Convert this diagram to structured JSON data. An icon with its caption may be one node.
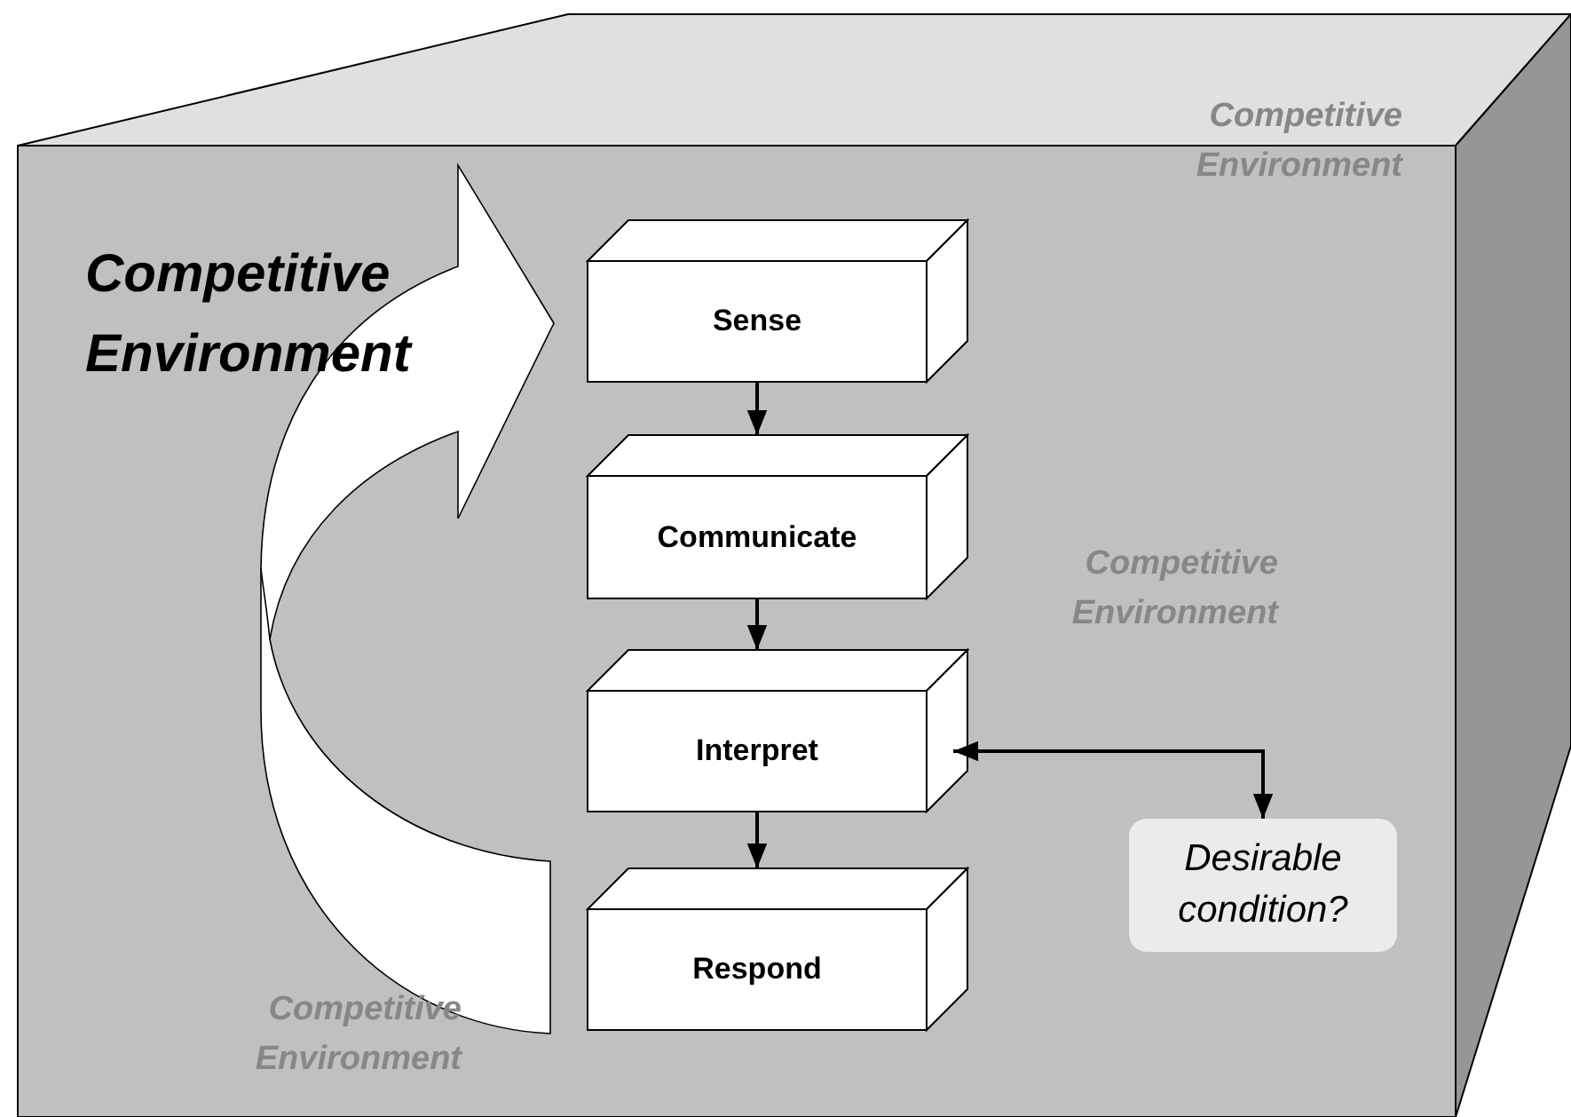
{
  "diagram": {
    "nodes": [
      {
        "text": [
          "Sense"
        ]
      },
      {
        "text": [
          "Communicate"
        ]
      },
      {
        "text": [
          "Interpret"
        ]
      },
      {
        "text": [
          "Respond"
        ]
      },
      {
        "text": [
          "Desirable condition?"
        ]
      }
    ],
    "edges": [
      {
        "from": 0,
        "to": 1,
        "arrow": "to"
      },
      {
        "from": 1,
        "to": 2,
        "arrow": "to"
      },
      {
        "from": 2,
        "to": 3,
        "arrow": "to"
      },
      {
        "from": 2,
        "to": 4,
        "arrow": "both"
      }
    ],
    "labels": [
      "Competitive Environment",
      "Competitive Environment",
      "Competitive Environment",
      "Competitive Environment"
    ]
  }
}
